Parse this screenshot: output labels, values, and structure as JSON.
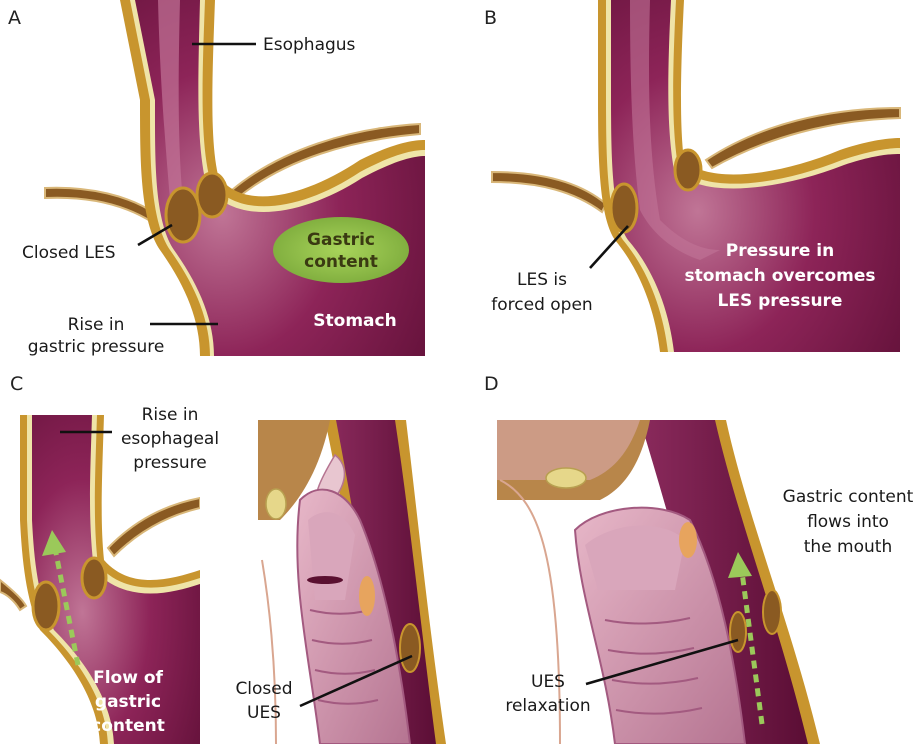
{
  "panels": {
    "a": {
      "letter": "A",
      "esophagus": "Esophagus",
      "closed_les": "Closed LES",
      "gastric_content": [
        "Gastric",
        "content"
      ],
      "rise_gastric_pressure": [
        "Rise in",
        "gastric pressure"
      ],
      "stomach": "Stomach"
    },
    "b": {
      "letter": "B",
      "les_forced_open": [
        "LES is",
        "forced open"
      ],
      "pressure_text": [
        "Pressure in",
        "stomach overcomes",
        "LES pressure"
      ]
    },
    "c": {
      "letter": "C",
      "rise_esophageal_pressure": [
        "Rise in",
        "esophageal",
        "pressure"
      ],
      "flow_of_gastric_content": [
        "Flow of",
        "gastric",
        "content"
      ],
      "closed_ues": [
        "Closed",
        "UES"
      ]
    },
    "d": {
      "letter": "D",
      "gastric_flows_mouth": [
        "Gastric content",
        "flows into",
        "the mouth"
      ],
      "ues_relaxation": [
        "UES",
        "relaxation"
      ]
    }
  },
  "colors": {
    "tissue_dark": "#7a1848",
    "tissue_mid": "#a53a6e",
    "lumen_pink": "#c98aa6",
    "muscle_gold": "#c8952e",
    "sphincter_brown": "#8a5a22",
    "gastric_green": "#8cbf3f",
    "arrow_green": "#9bc95a"
  }
}
